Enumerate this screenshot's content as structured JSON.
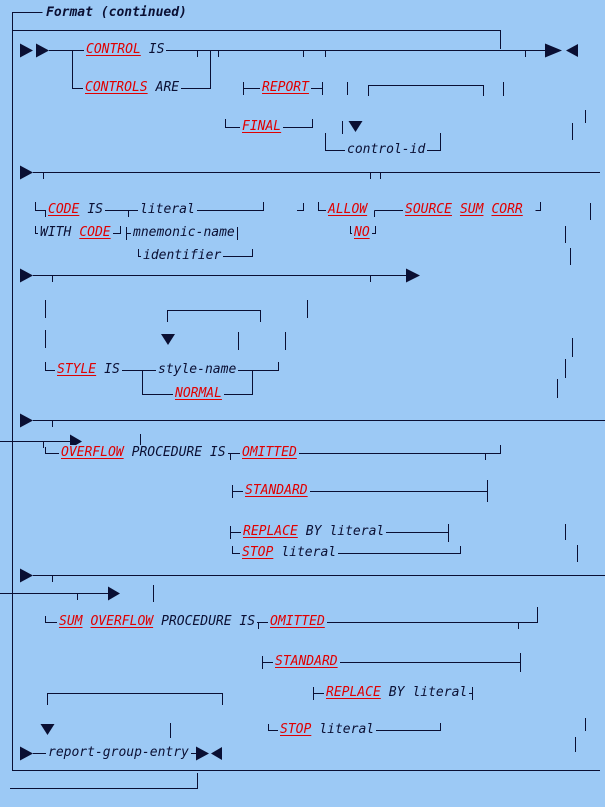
{
  "title": "Format (continued)",
  "colors": {
    "background": "#9cc9f5",
    "line": "#0a0f33",
    "keyword": "#e00000",
    "text": "#0a0f33"
  },
  "tokens": {
    "control": "CONTROL",
    "is": "IS",
    "controls": "CONTROLS",
    "are": "ARE",
    "report": "REPORT",
    "final": "FINAL",
    "control_id": "control-id",
    "code": "CODE",
    "with": "WITH",
    "literal": "literal",
    "mnemonic_name": "mnemonic-name",
    "identifier": "identifier",
    "allow": "ALLOW",
    "no": "NO",
    "source": "SOURCE",
    "sum": "SUM",
    "corr": "CORR",
    "style": "STYLE",
    "style_name": "style-name",
    "normal": "NORMAL",
    "overflow": "OVERFLOW",
    "procedure_is": "PROCEDURE IS",
    "omitted": "OMITTED",
    "standard": "STANDARD",
    "replace": "REPLACE",
    "by": "BY",
    "stop": "STOP",
    "report_group_entry": "report-group-entry"
  }
}
